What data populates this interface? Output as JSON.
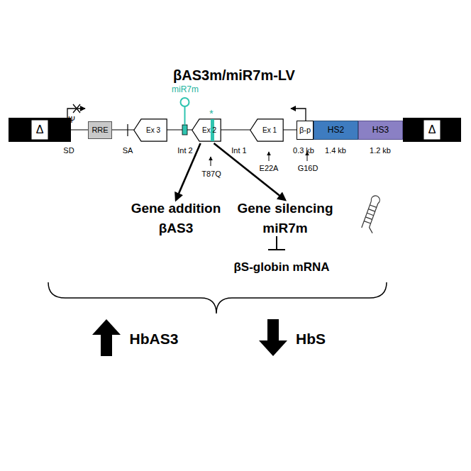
{
  "diagram": {
    "title": "βAS3m/miR7m-LV",
    "nodes": [
      {
        "text": [
          "Δ"
        ]
      },
      {
        "text": [
          "RRE"
        ]
      },
      {
        "text": [
          "Ex 3"
        ]
      },
      {
        "text": [
          "Ex 2"
        ]
      },
      {
        "text": [
          "Ex 1"
        ]
      },
      {
        "text": [
          "β-p"
        ]
      },
      {
        "text": [
          "HS2"
        ]
      },
      {
        "text": [
          "HS3"
        ]
      },
      {
        "text": [
          "Δ"
        ]
      },
      {
        "text": [
          "Gene addition",
          "βAS3"
        ]
      },
      {
        "text": [
          "Gene silencing",
          "miR7m"
        ]
      }
    ],
    "edges": [
      {
        "from": 3,
        "to": 9,
        "arrow": "to"
      },
      {
        "from": 3,
        "to": 10,
        "arrow": "to"
      }
    ],
    "labels": [
      "Ψ",
      "SD",
      "SA",
      "miR7m",
      "*",
      "Int 2",
      "Int 1",
      "0.3 kb",
      "1.4 kb",
      "1.2 kb",
      "T87Q",
      "E22A",
      "G16D",
      "βS-globin mRNA",
      "HbAS3",
      "HbS"
    ]
  }
}
